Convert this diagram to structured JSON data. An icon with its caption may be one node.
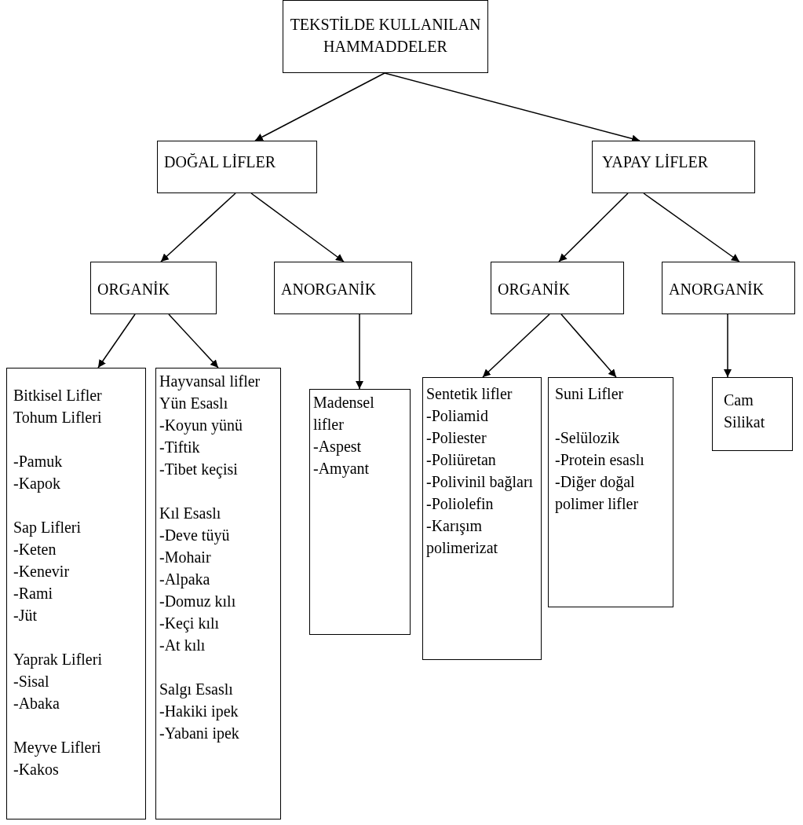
{
  "diagram": {
    "nodes": [
      {
        "text": [
          "TEKSTİLDE KULLANILAN HAMMADDELER"
        ]
      },
      {
        "text": [
          "DOĞAL LİFLER"
        ]
      },
      {
        "text": [
          "YAPAY LİFLER"
        ]
      },
      {
        "text": [
          "ORGANİK"
        ]
      },
      {
        "text": [
          "ANORGANİK"
        ]
      },
      {
        "text": [
          "ORGANİK"
        ]
      },
      {
        "text": [
          "ANORGANİK"
        ]
      },
      {
        "text": [
          "Bitkisel Lifler",
          "Tohum Lifleri",
          "-Pamuk",
          "-Kapok",
          "Sap Lifleri",
          "-Keten",
          "-Kenevir",
          "-Rami",
          "-Jüt",
          "Yaprak Lifleri",
          "-Sisal",
          "-Abaka",
          "Meyve Lifleri",
          "-Kakos"
        ]
      },
      {
        "text": [
          "Hayvansal lifler",
          "Yün Esaslı",
          "-Koyun yünü",
          "-Tiftik",
          "-Tibet keçisi",
          "Kıl Esaslı",
          "-Deve tüyü",
          "-Mohair",
          "-Alpaka",
          "-Domuz kılı",
          "-Keçi kılı",
          "-At kılı",
          "Salgı Esaslı",
          "-Hakiki ipek",
          "-Yabani ipek"
        ]
      },
      {
        "text": [
          "Madensel lifler",
          "-Aspest",
          "-Amyant"
        ]
      },
      {
        "text": [
          "Sentetik lifler",
          "-Poliamid",
          "-Poliester",
          "-Poliüretan",
          "-Polivinil bağları",
          "-Poliolefin",
          "-Karışım polimerizat"
        ]
      },
      {
        "text": [
          "Suni Lifler",
          "-Selülozik",
          "-Protein esaslı",
          "-Diğer doğal polimer lifler"
        ]
      },
      {
        "text": [
          "Cam Silikat"
        ]
      }
    ],
    "edges": [
      {
        "from": 0,
        "to": 1,
        "arrow": "to"
      },
      {
        "from": 0,
        "to": 2,
        "arrow": "to"
      },
      {
        "from": 1,
        "to": 3,
        "arrow": "to"
      },
      {
        "from": 1,
        "to": 4,
        "arrow": "to"
      },
      {
        "from": 2,
        "to": 5,
        "arrow": "to"
      },
      {
        "from": 2,
        "to": 6,
        "arrow": "to"
      },
      {
        "from": 3,
        "to": 7,
        "arrow": "to"
      },
      {
        "from": 3,
        "to": 8,
        "arrow": "to"
      },
      {
        "from": 4,
        "to": 9,
        "arrow": "to"
      },
      {
        "from": 5,
        "to": 10,
        "arrow": "to"
      },
      {
        "from": 5,
        "to": 11,
        "arrow": "to"
      },
      {
        "from": 6,
        "to": 12,
        "arrow": "to"
      }
    ]
  }
}
